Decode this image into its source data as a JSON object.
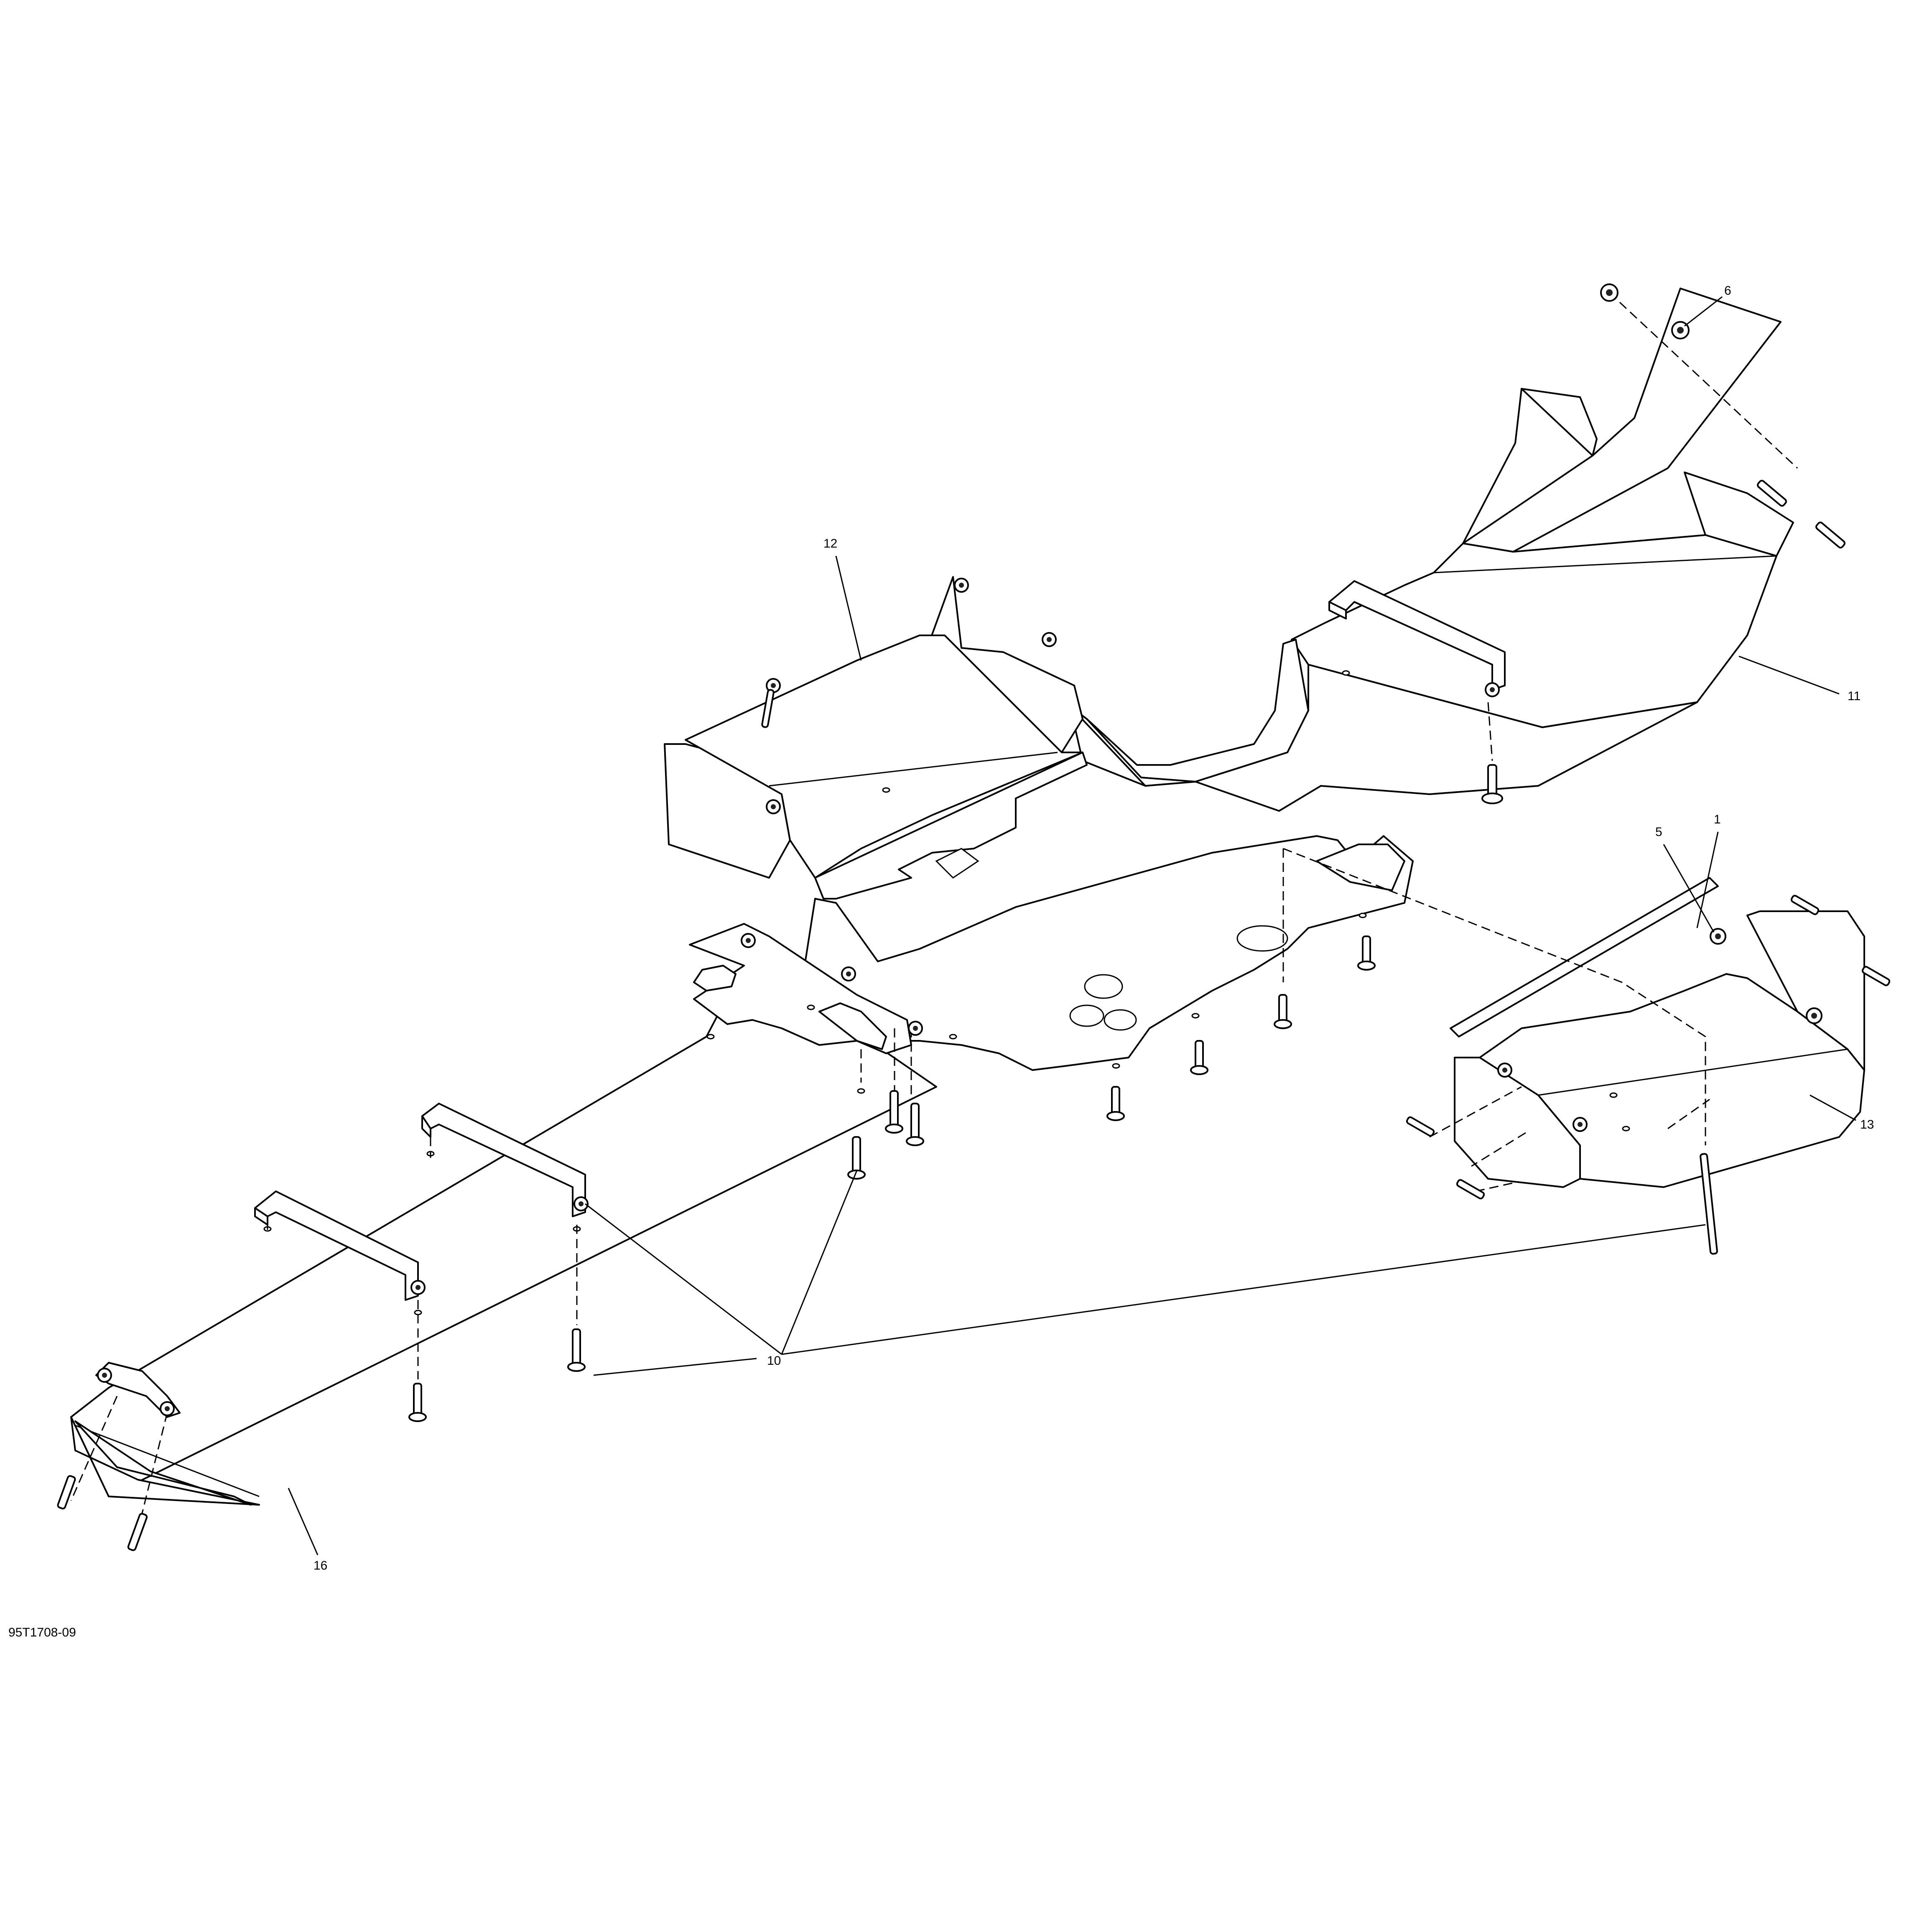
{
  "diagram": {
    "figure_id": "95T1708-09",
    "callouts": [
      {
        "id": "c1",
        "label": "1"
      },
      {
        "id": "c5",
        "label": "5"
      },
      {
        "id": "c6",
        "label": "6"
      },
      {
        "id": "c10",
        "label": "10"
      },
      {
        "id": "c11",
        "label": "11"
      },
      {
        "id": "c12",
        "label": "12"
      },
      {
        "id": "c13",
        "label": "13"
      },
      {
        "id": "c16",
        "label": "16"
      }
    ]
  }
}
